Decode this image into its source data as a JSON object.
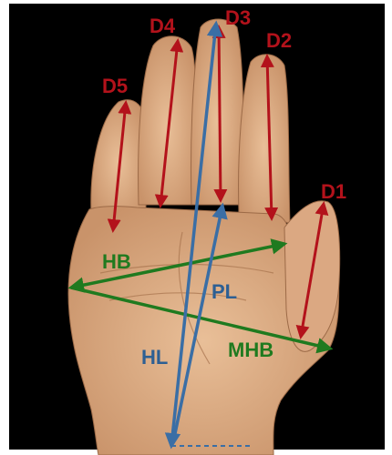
{
  "image": {
    "description_labels": {
      "d1": "D1",
      "d2": "D2",
      "d3": "D3",
      "d4": "D4",
      "d5": "D5",
      "hb": "HB",
      "mhb": "MHB",
      "pl": "PL",
      "hl": "HL"
    },
    "colors": {
      "background": "#000000",
      "skin": "#e2b38a",
      "skin_shadow": "#c89670",
      "digit_arrows": "#b3121b",
      "breadth_arrows": "#1f7a1f",
      "length_arrows": "#3a6ea5"
    }
  }
}
